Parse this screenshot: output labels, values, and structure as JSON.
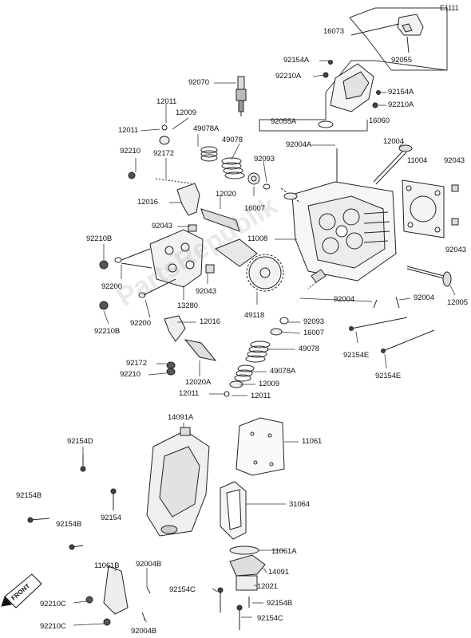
{
  "diagram_code": "E1111",
  "watermark": "PartsRepublik",
  "front_label": "FRONT",
  "labels": {
    "p16073": "16073",
    "p92055": "92055",
    "p92154A_1": "92154A",
    "p92210A_1": "92210A",
    "p92070": "92070",
    "p92154A_2": "92154A",
    "p92210A_2": "92210A",
    "p12011_a": "12011",
    "p12009_a": "12009",
    "p92055A": "92055A",
    "p16060": "16060",
    "p12011_b": "12011",
    "p49078A_a": "49078A",
    "p49078_a": "49078",
    "p92004A": "92004A",
    "p12004": "12004",
    "p92210_a": "92210",
    "p92172_a": "92172",
    "p92093_a": "92093",
    "p11004": "11004",
    "p92043_a": "92043",
    "p12016_a": "12016",
    "p12020": "12020",
    "p16007_a": "16007",
    "p92043_b": "92043",
    "p11008": "11008",
    "p92210B_a": "92210B",
    "p92043_c": "92043",
    "p92200_a": "92200",
    "p92043_d": "92043",
    "p13280": "13280",
    "p49118": "49118",
    "p92004_a": "92004",
    "p92004_b": "92004",
    "p12005": "12005",
    "p92210B_b": "92210B",
    "p92200_b": "92200",
    "p12016_b": "12016",
    "p92093_b": "92093",
    "p16007_b": "16007",
    "p49078_b": "49078",
    "p92154E_a": "92154E",
    "p92154E_b": "92154E",
    "p92172_b": "92172",
    "p92210_b": "92210",
    "p12020A": "12020A",
    "p49078A_b": "49078A",
    "p12009_b": "12009",
    "p12011_c": "12011",
    "p12011_d": "12011",
    "p14091A": "14091A",
    "p92154D": "92154D",
    "p11061": "11061",
    "p92154B_a": "92154B",
    "p92154": "92154",
    "p31064": "31064",
    "p92154B_b": "92154B",
    "p11061A": "11061A",
    "p11061B": "11061B",
    "p92004B_a": "92004B",
    "p14091": "14091",
    "p92154C_a": "92154C",
    "p12021": "12021",
    "p92154B_c": "92154B",
    "p92210C_a": "92210C",
    "p92210C_b": "92210C",
    "p92004B_b": "92004B",
    "p92154C_b": "92154C"
  }
}
